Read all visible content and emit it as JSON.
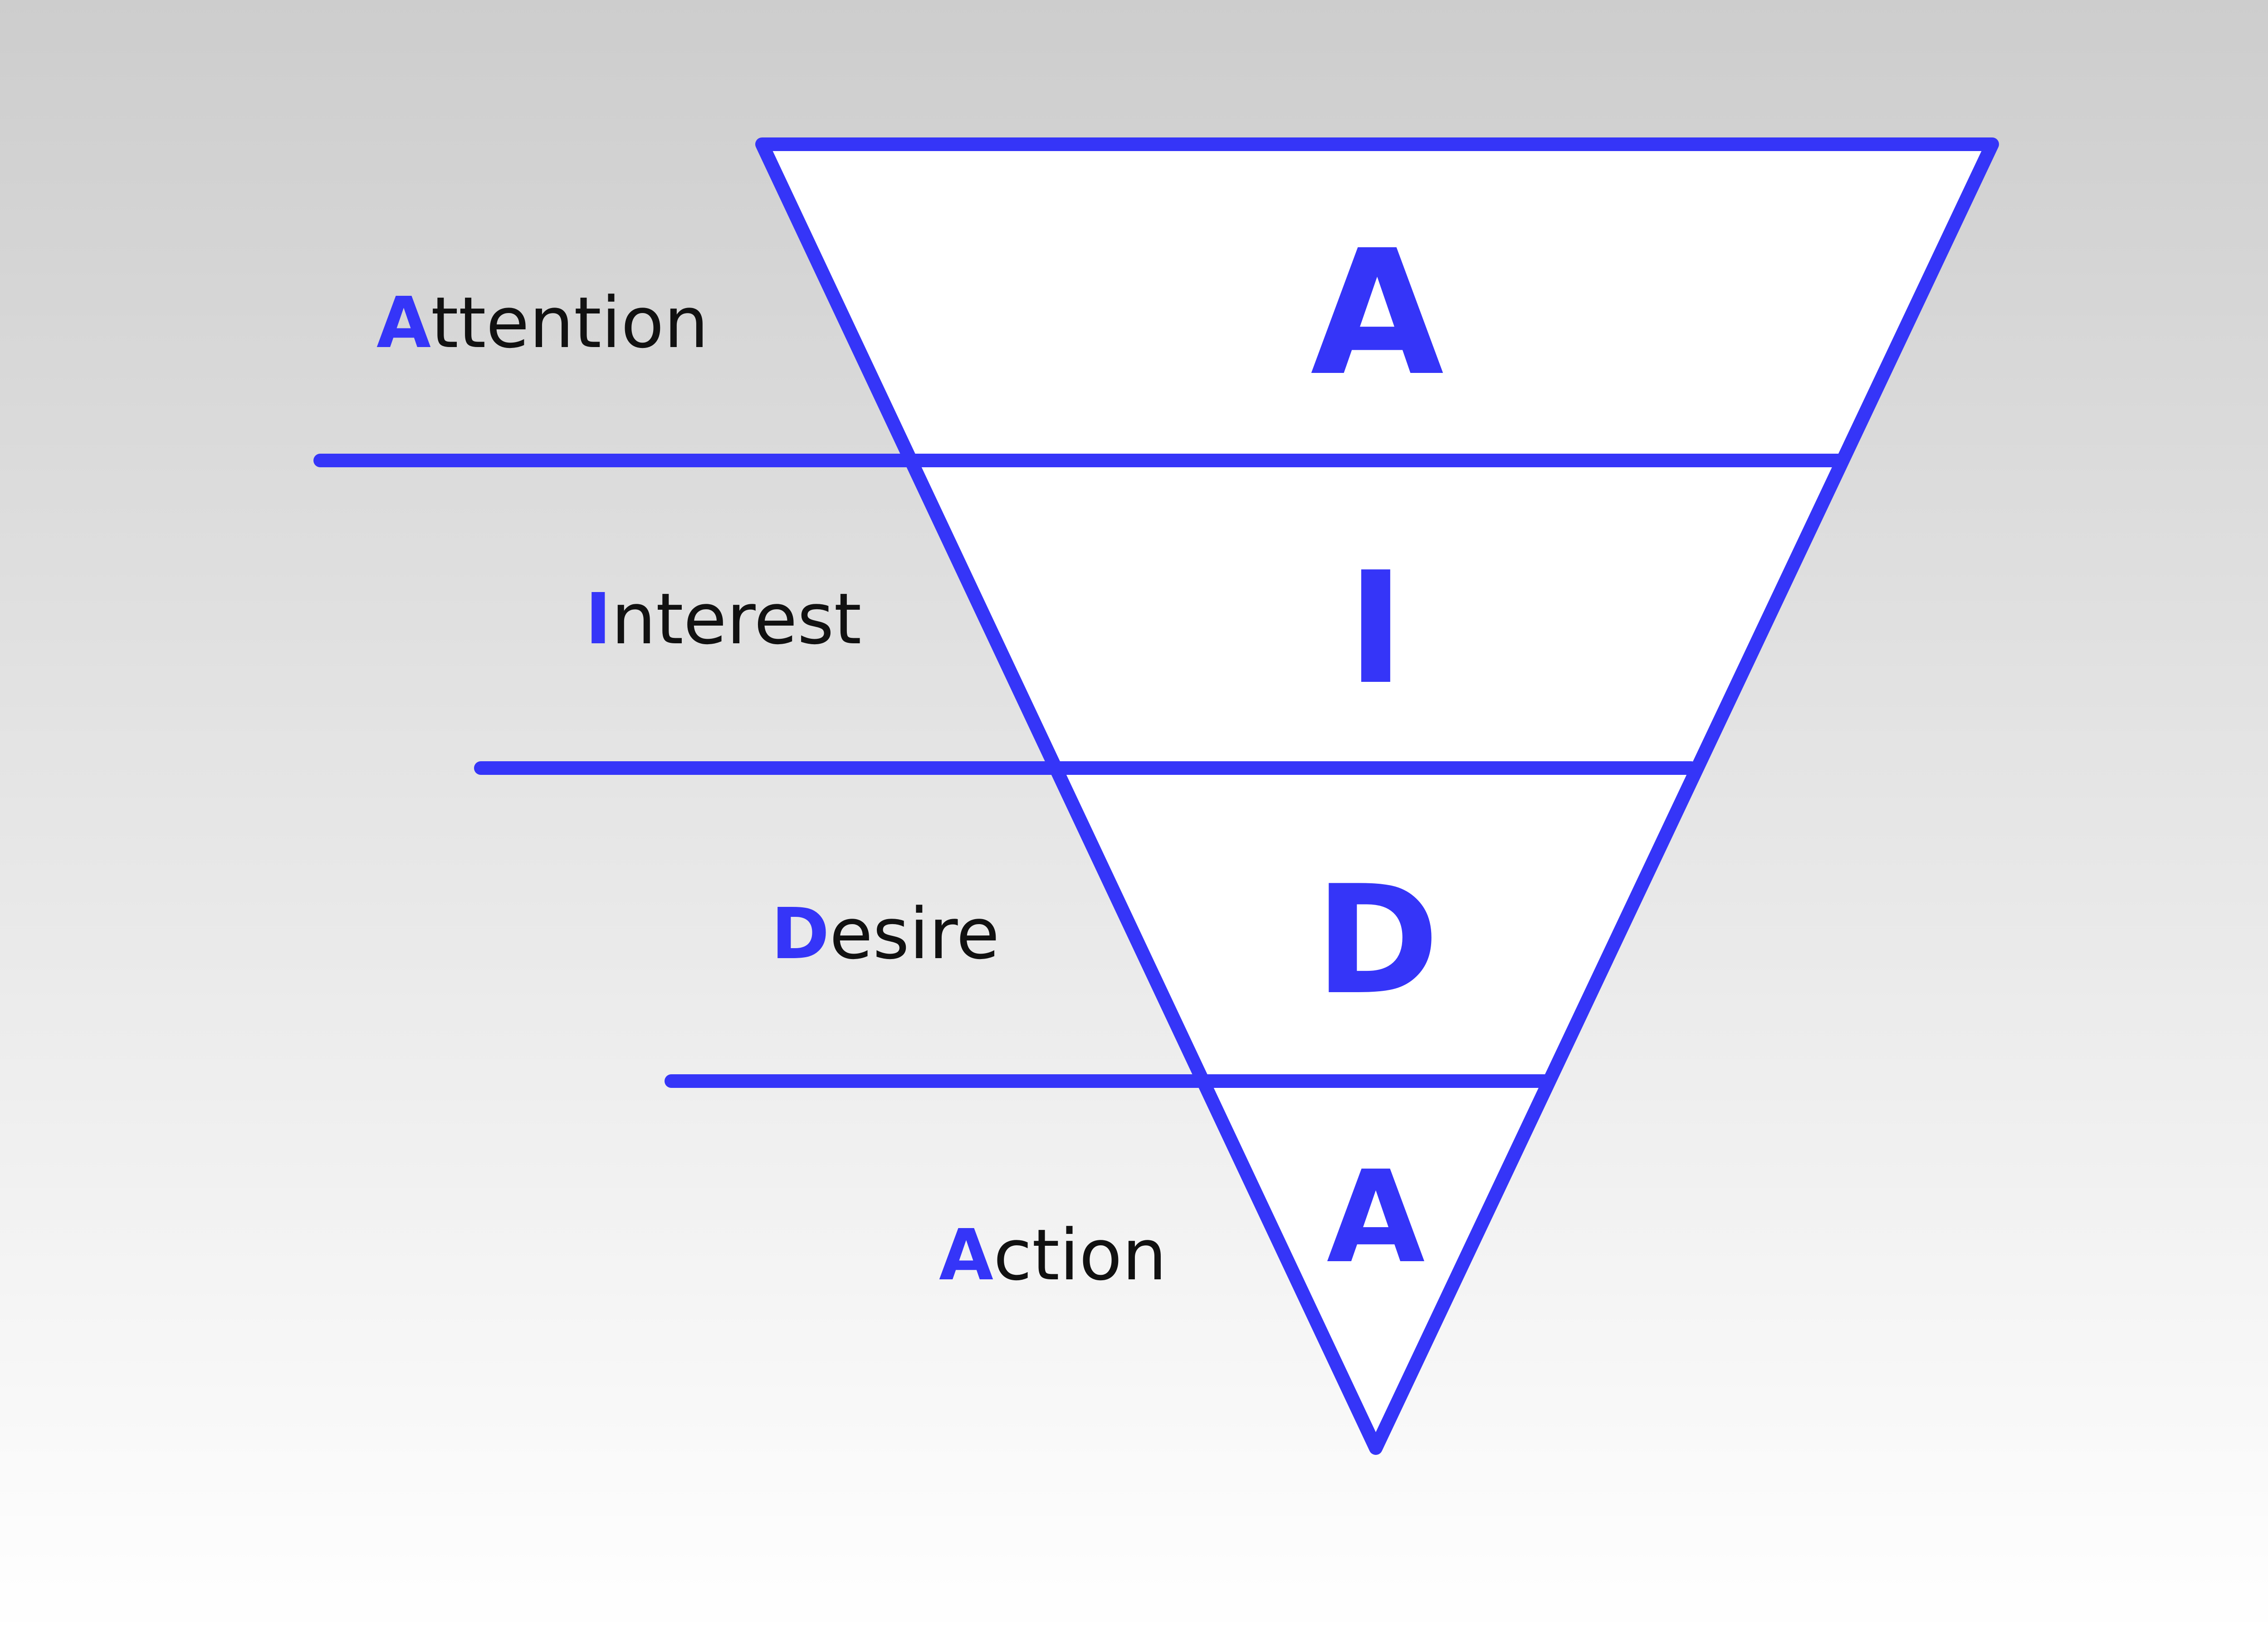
{
  "colors": {
    "accent": "#3535F8",
    "text": "#111111",
    "funnel_fill": "#FFFFFF",
    "background_top": "#CDCDCD",
    "background_bottom": "#FFFFFF"
  },
  "stages": [
    {
      "initial": "A",
      "rest": "ttention",
      "funnel_letter": "A"
    },
    {
      "initial": "I",
      "rest": "nterest",
      "funnel_letter": "I"
    },
    {
      "initial": "D",
      "rest": "esire",
      "funnel_letter": "D"
    },
    {
      "initial": "A",
      "rest": "ction",
      "funnel_letter": "A"
    }
  ]
}
